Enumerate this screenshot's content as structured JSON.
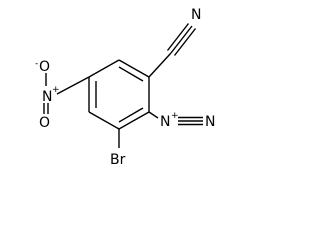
{
  "labels": {
    "nitrile_n": "N",
    "diazonium_n1": "N",
    "diazonium_charge": "+",
    "diazonium_n2": "N",
    "nitro_n": "N",
    "nitro_n_charge": "+",
    "nitro_o_top": "O",
    "nitro_o_top_charge": "-",
    "nitro_o_bottom": "O",
    "bromine": "Br"
  }
}
